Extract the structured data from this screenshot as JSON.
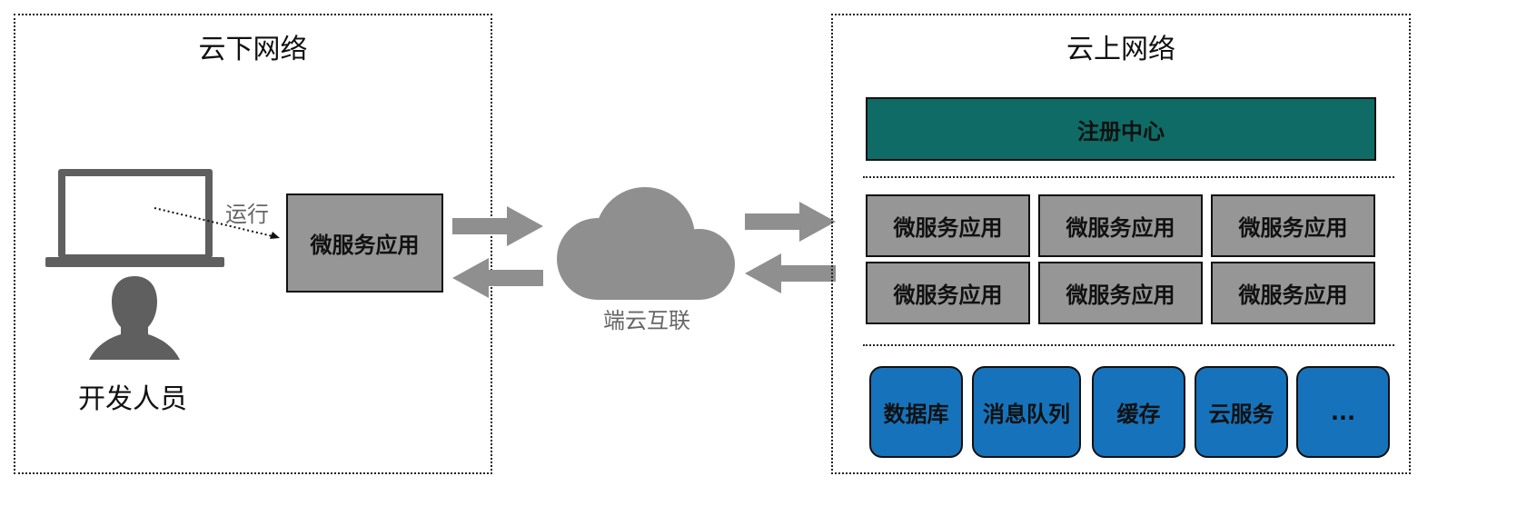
{
  "offline": {
    "title": "云下网络",
    "run_label": "运行",
    "app_label": "微服务应用",
    "developer_label": "开发人员"
  },
  "cloud_link": {
    "label": "端云互联"
  },
  "online": {
    "title": "云上网络",
    "registry_label": "注册中心",
    "apps": [
      "微服务应用",
      "微服务应用",
      "微服务应用",
      "微服务应用",
      "微服务应用",
      "微服务应用"
    ],
    "services": [
      "数据库",
      "消息队列",
      "缓存",
      "云服务",
      "..."
    ]
  },
  "colors": {
    "registry": "#0e6b66",
    "service": "#1673bb",
    "app_box": "#969696",
    "icon": "#5f5f5f",
    "arrow": "#8f8f8f"
  }
}
